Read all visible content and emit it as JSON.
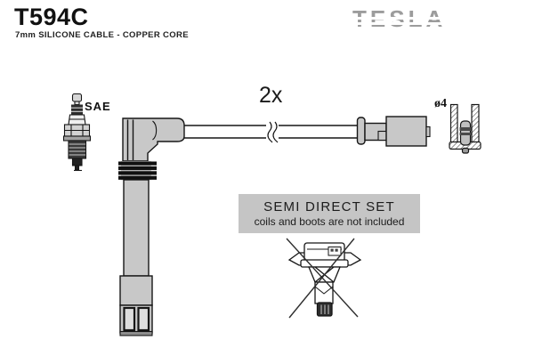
{
  "header": {
    "part_number": "T594C",
    "description": "7mm SILICONE CABLE - COPPER CORE",
    "brand": "TESLA"
  },
  "diagram": {
    "plug_standard_label": "SAE",
    "quantity_label": "2x",
    "terminal_diameter_label": "ø4"
  },
  "note_box": {
    "title": "SEMI DIRECT SET",
    "note": "coils and boots are not included"
  },
  "icons": [
    "spark-plug-icon",
    "plug-boot-icon",
    "cable-icon",
    "cable-break-icon",
    "cable-terminal-icon",
    "terminal-cross-section-icon",
    "ignition-coil-icon",
    "x-cross-icon"
  ],
  "colors": {
    "background": "#ffffff",
    "part_gray": "#c8c8c8",
    "note_box_gray": "#c5c5c5",
    "brand_gray": "#9c9c9c",
    "line_black": "#161616"
  }
}
